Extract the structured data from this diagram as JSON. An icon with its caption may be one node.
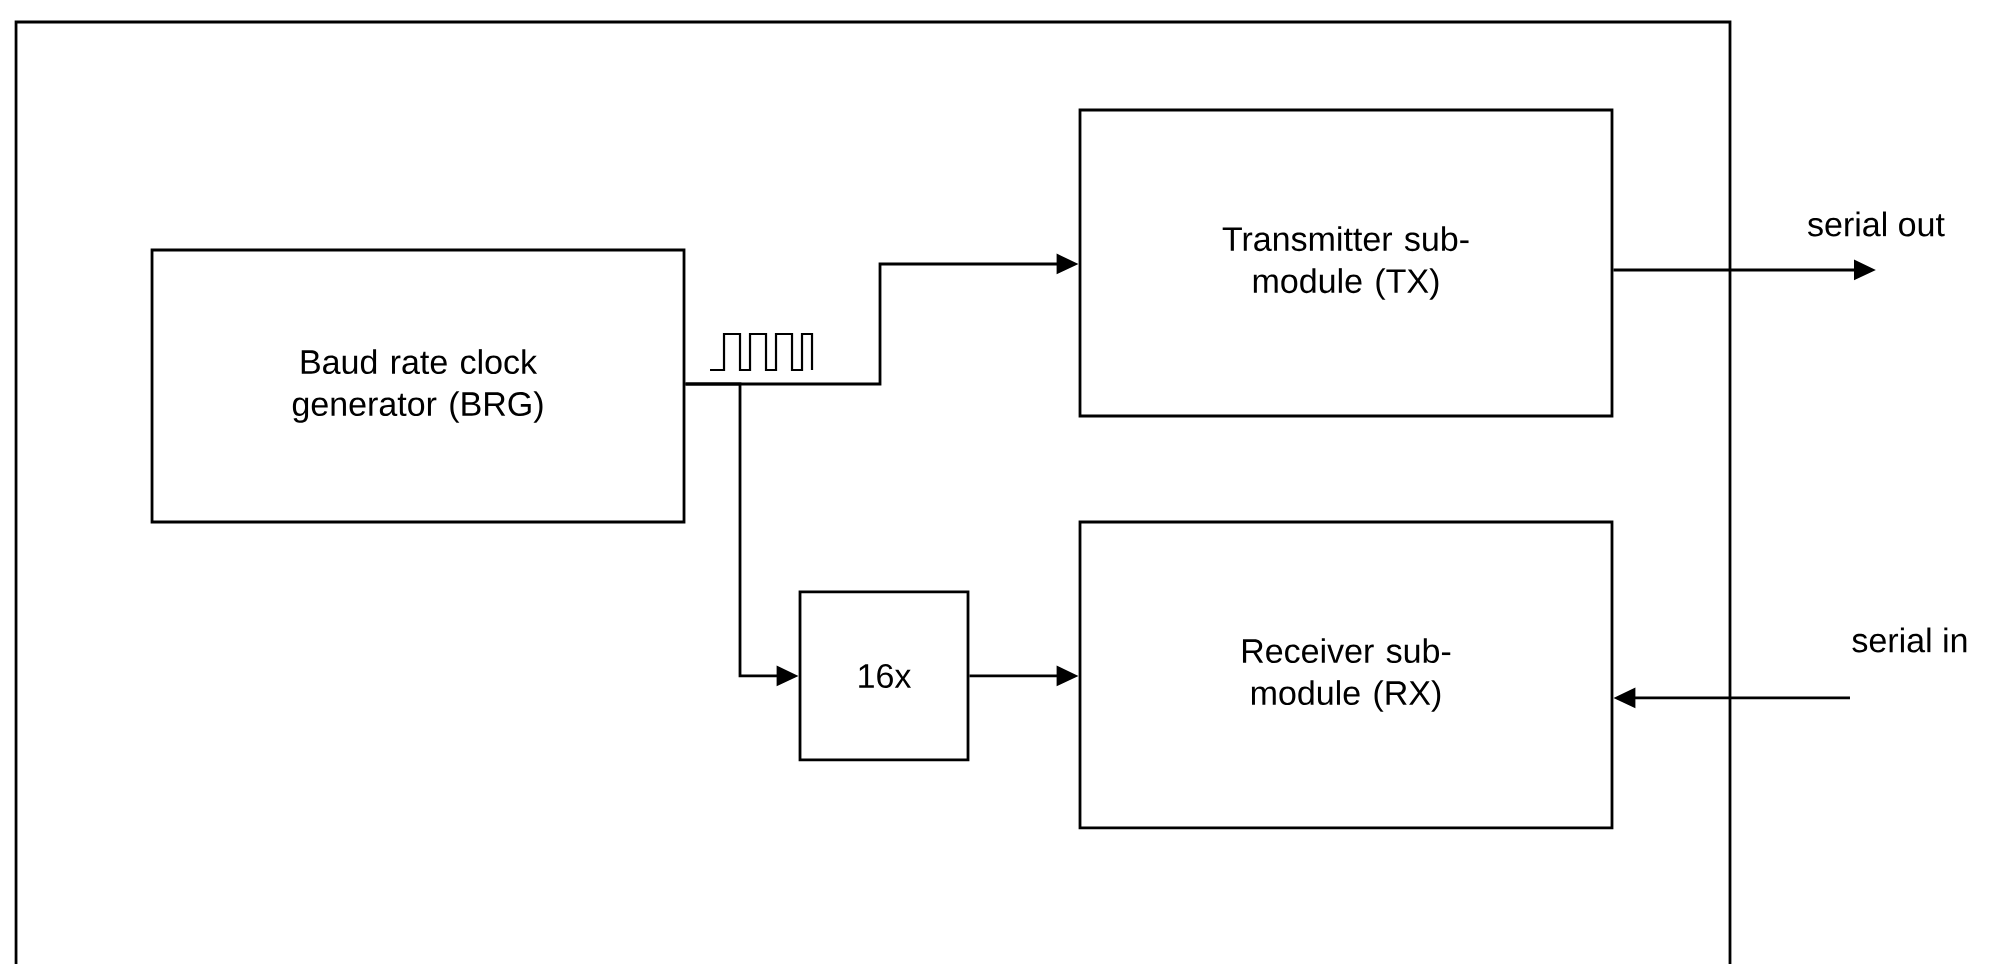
{
  "diagram": {
    "nodes": [
      {
        "text": [],
        "shape": "box"
      },
      {
        "text": [
          "Baud rate clock generator (BRG)"
        ],
        "in": 0
      },
      {
        "text": [
          "Transmitter sub- module (TX)"
        ],
        "in": 0
      },
      {
        "text": [
          "16x"
        ],
        "in": 0
      },
      {
        "text": [
          "Receiver sub- module (RX)"
        ],
        "in": 0
      },
      {
        "text": [
          "serial out"
        ]
      },
      {
        "text": [
          "serial in"
        ]
      }
    ],
    "edges": [
      {
        "from": 1,
        "to": 2,
        "arrow": "to"
      },
      {
        "from": 1,
        "to": 3,
        "arrow": "to"
      },
      {
        "from": 3,
        "to": 4,
        "arrow": "to"
      },
      {
        "from": 2,
        "to": 5,
        "arrow": "to"
      },
      {
        "from": 6,
        "to": 4,
        "arrow": "to"
      }
    ]
  }
}
